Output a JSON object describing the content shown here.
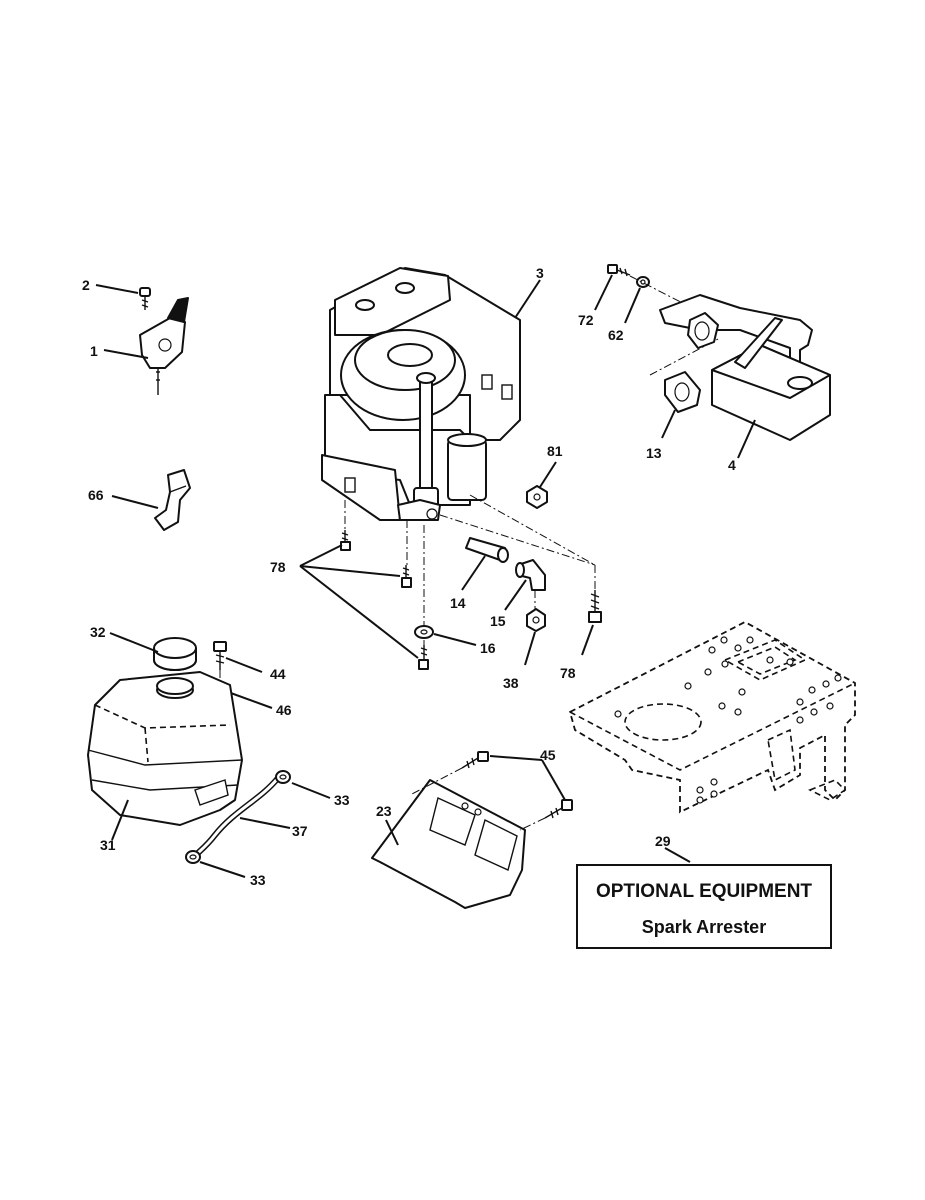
{
  "labels": {
    "p1": "1",
    "p2": "2",
    "p3": "3",
    "p4": "4",
    "p13": "13",
    "p14": "14",
    "p15": "15",
    "p16": "16",
    "p23": "23",
    "p29": "29",
    "p31": "31",
    "p32": "32",
    "p33a": "33",
    "p33b": "33",
    "p37": "37",
    "p38": "38",
    "p44": "44",
    "p45": "45",
    "p46": "46",
    "p62": "62",
    "p66": "66",
    "p72": "72",
    "p78a": "78",
    "p78b": "78",
    "p81": "81"
  },
  "optional_box": {
    "title": "OPTIONAL EQUIPMENT",
    "subtitle": "Spark Arrester"
  }
}
